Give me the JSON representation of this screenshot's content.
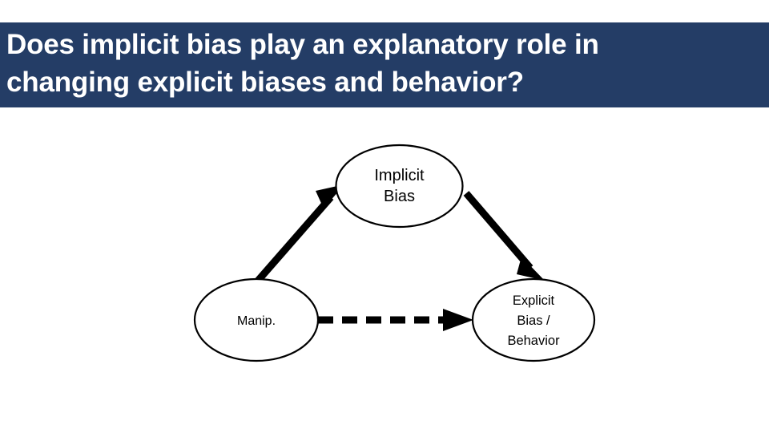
{
  "slide": {
    "background_color": "#ffffff",
    "title": {
      "text": "Does implicit bias play an explanatory role in\nchanging explicit biases and behavior?",
      "banner_color": "#243d66",
      "text_color": "#ffffff"
    }
  },
  "diagram": {
    "type": "node-link",
    "nodes": [
      {
        "id": "implicit-bias",
        "label": "Implicit\nBias",
        "shape": "ellipse"
      },
      {
        "id": "manipulation",
        "label": "Manip.",
        "shape": "ellipse"
      },
      {
        "id": "explicit-bias",
        "label": "Explicit\nBias /\nBehavior",
        "shape": "ellipse"
      }
    ],
    "edges": [
      {
        "id": "manip-to-implicit",
        "from": "manipulation",
        "to": "implicit-bias",
        "style": "solid",
        "arrow": "single"
      },
      {
        "id": "implicit-to-explicit",
        "from": "implicit-bias",
        "to": "explicit-bias",
        "style": "solid",
        "arrow": "single"
      },
      {
        "id": "manip-to-explicit",
        "from": "manipulation",
        "to": "explicit-bias",
        "style": "dashed",
        "arrow": "single"
      }
    ],
    "stroke_color": "#000000"
  }
}
